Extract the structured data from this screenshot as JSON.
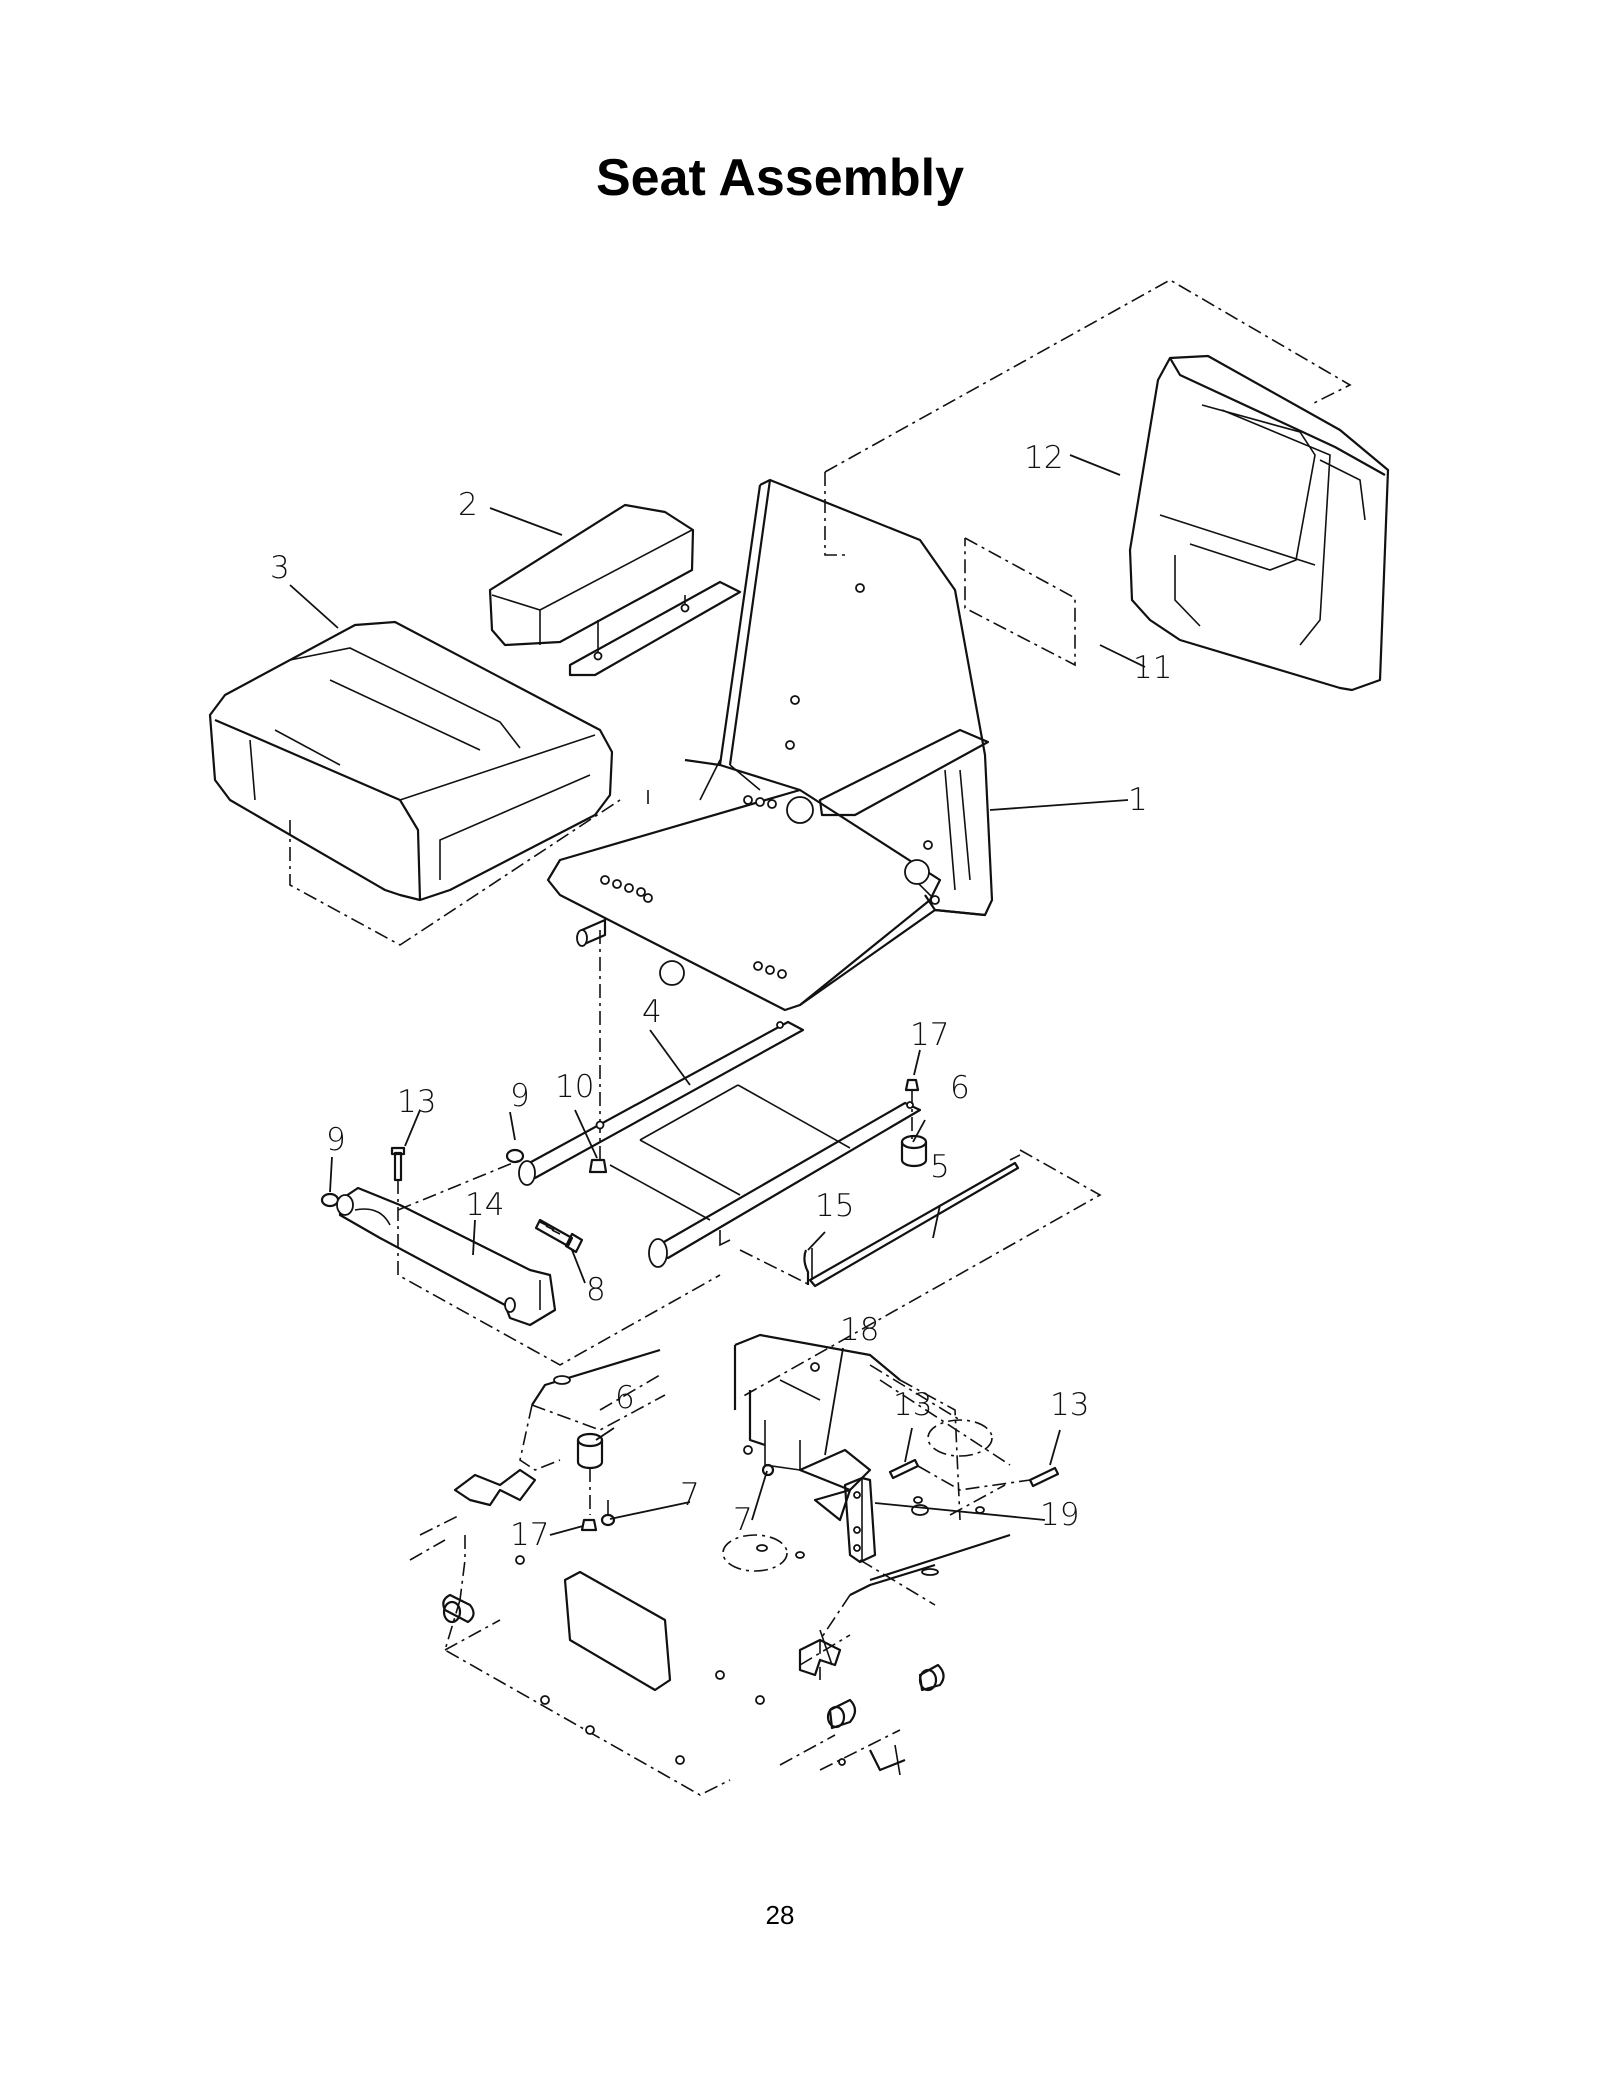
{
  "title": "Seat Assembly",
  "page_number": "28",
  "callouts": {
    "c1": "1",
    "c2": "2",
    "c3": "3",
    "c4": "4",
    "c5": "5",
    "c6a": "6",
    "c6b": "6",
    "c7a": "7",
    "c7b": "7",
    "c8": "8",
    "c9a": "9",
    "c9b": "9",
    "c10": "10",
    "c11": "11",
    "c12": "12",
    "c13a": "13",
    "c13b": "13",
    "c13c": "13",
    "c14": "14",
    "c15": "15",
    "c17a": "17",
    "c17b": "17",
    "c18": "18",
    "c19": "19"
  }
}
